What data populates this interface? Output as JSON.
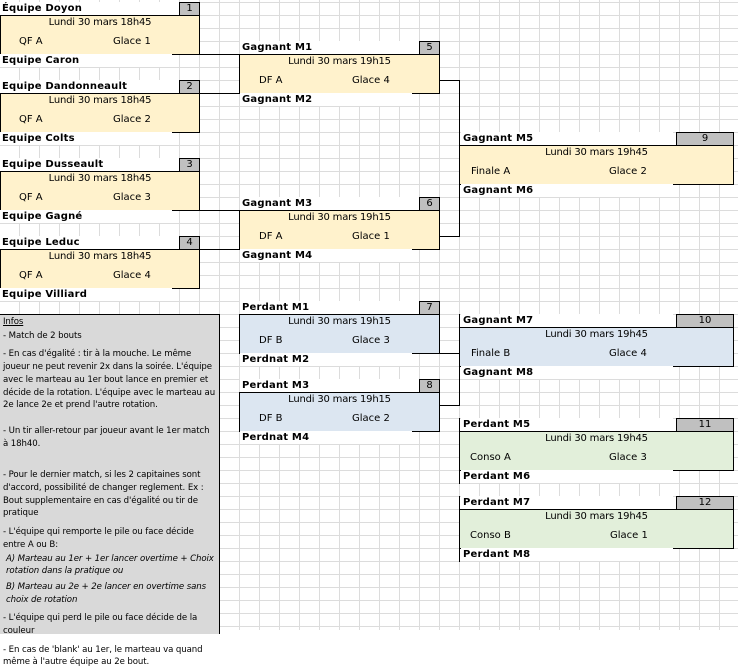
{
  "matches": {
    "m1": {
      "number": "1",
      "top": "Équipe Doyon",
      "bottom": "Equipe Caron",
      "date": "Lundi 30 mars 18h45",
      "label": "QF A",
      "glace": "Glace 1"
    },
    "m2": {
      "number": "2",
      "top": "Equipe Dandonneault",
      "bottom": "Equipe Colts",
      "date": "Lundi 30 mars 18h45",
      "label": "QF A",
      "glace": "Glace 2"
    },
    "m3": {
      "number": "3",
      "top": "Equipe Dusseault",
      "bottom": "Equipe Gagné",
      "date": "Lundi 30 mars 18h45",
      "label": "QF A",
      "glace": "Glace 3"
    },
    "m4": {
      "number": "4",
      "top": "Equipe Leduc",
      "bottom": "Equipe Villiard",
      "date": "Lundi 30 mars 18h45",
      "label": "QF A",
      "glace": "Glace 4"
    },
    "m5": {
      "number": "5",
      "top": "Gagnant M1",
      "bottom": "Gagnant M2",
      "date": "Lundi 30 mars 19h15",
      "label": "DF A",
      "glace": "Glace 4"
    },
    "m6": {
      "number": "6",
      "top": "Gagnant M3",
      "bottom": "Gagnant M4",
      "date": "Lundi 30 mars 19h15",
      "label": "DF A",
      "glace": "Glace 1"
    },
    "m7": {
      "number": "7",
      "top": "Perdant M1",
      "bottom": "Perdnat M2",
      "date": "Lundi 30 mars 19h15",
      "label": "DF B",
      "glace": "Glace 3"
    },
    "m8": {
      "number": "8",
      "top": "Perdant M3",
      "bottom": "Perdnat M4",
      "date": "Lundi 30 mars 19h15",
      "label": "DF B",
      "glace": "Glace 2"
    },
    "m9": {
      "number": "9",
      "top": "Gagnant M5",
      "bottom": "Gagnant M6",
      "date": "Lundi 30 mars 19h45",
      "label": "Finale A",
      "glace": "Glace 2"
    },
    "m10": {
      "number": "10",
      "top": "Gagnant M7",
      "bottom": "Gagnant M8",
      "date": "Lundi 30 mars 19h45",
      "label": "Finale B",
      "glace": "Glace 4"
    },
    "m11": {
      "number": "11",
      "top": "Perdant M5",
      "bottom": "Perdant M6",
      "date": "Lundi 30 mars 19h45",
      "label": "Conso A",
      "glace": "Glace 3"
    },
    "m12": {
      "number": "12",
      "top": "Perdant M7",
      "bottom": "Perdant M8",
      "date": "Lundi 30 mars 19h45",
      "label": "Conso B",
      "glace": "Glace 1"
    }
  },
  "infos": {
    "title": "Infos",
    "items": [
      "- Match de 2 bouts",
      "- En cas d'égalité : tir à la mouche. Le même joueur ne peut revenir 2x dans la soirée. L'équipe avec le marteau au 1er bout lance en premier et décide de la rotation. L'équipe avec le marteau au 2e lance 2e et prend l'autre rotation.",
      "- Un tir aller-retour par joueur avant le 1er match à 18h40.",
      "- Pour le dernier match, si les 2 capitaines sont d'accord, possibilité de changer reglement. Ex : Bout supplementaire en cas d'égalité ou tir de pratique",
      "- L'équipe qui remporte le pile ou face décide entre A ou B:",
      "A) Marteau au 1er + 1er lancer overtime + Choix rotation dans la pratique ou",
      "B) Marteau au 2e + 2e lancer en overtime sans choix de rotation",
      "- L'équipe qui perd le pile ou face décide de la couleur",
      "- En cas de 'blank' au 1er, le marteau va quand même à l'autre équipe au 2e bout."
    ]
  },
  "colors": {
    "winners": "#fff2cc",
    "losers_semis": "#dce6f1",
    "consolation": "#e2efda",
    "number_cell": "#c0c0c0"
  }
}
